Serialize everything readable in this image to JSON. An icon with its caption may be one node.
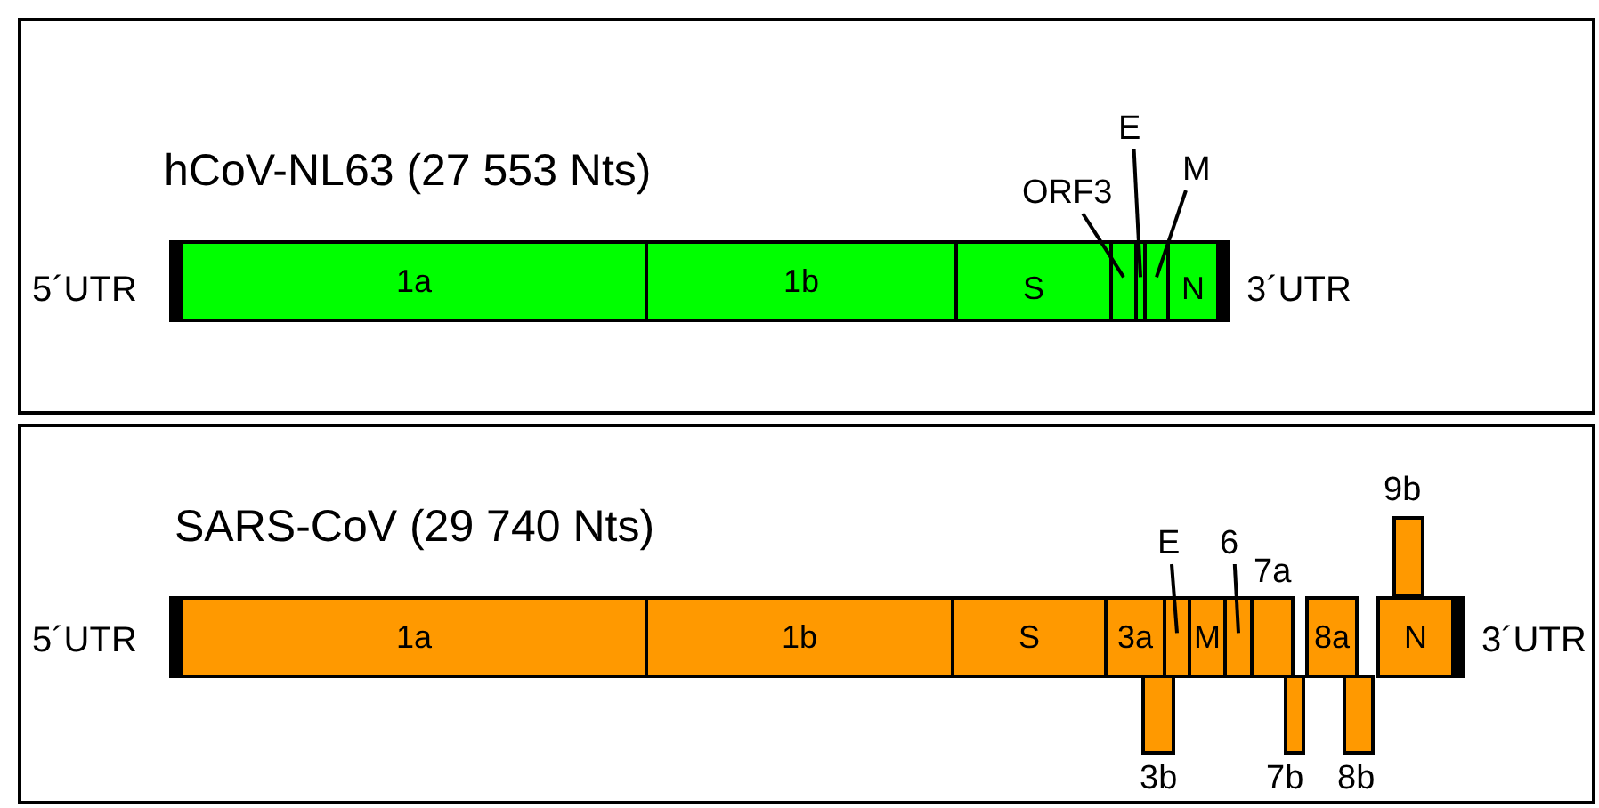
{
  "diagram": {
    "nodes": [
      {
        "text": [
          "hCoV-NL63 (27 553 Nts)"
        ]
      },
      {
        "text": [
          "1a"
        ],
        "in": 0
      },
      {
        "text": [
          "1b"
        ],
        "in": 0
      },
      {
        "text": [
          "S"
        ],
        "in": 0
      },
      {
        "text": [
          "ORF3"
        ],
        "in": 0
      },
      {
        "text": [],
        "shape": "box",
        "in": 0
      },
      {
        "text": [
          "E"
        ],
        "in": 0
      },
      {
        "text": [],
        "shape": "box",
        "in": 0
      },
      {
        "text": [
          "M"
        ],
        "in": 0
      },
      {
        "text": [],
        "shape": "box",
        "in": 0
      },
      {
        "text": [
          "N"
        ],
        "in": 0
      },
      {
        "text": [
          "SARS-CoV (29 740 Nts)"
        ]
      },
      {
        "text": [
          "1a"
        ],
        "in": 11
      },
      {
        "text": [
          "1b"
        ],
        "in": 11
      },
      {
        "text": [
          "S"
        ],
        "in": 11
      },
      {
        "text": [
          "3a"
        ],
        "in": 11
      },
      {
        "text": [
          "E"
        ],
        "in": 11
      },
      {
        "text": [],
        "shape": "box",
        "in": 11
      },
      {
        "text": [
          "M"
        ],
        "in": 11
      },
      {
        "text": [
          "6"
        ],
        "in": 11
      },
      {
        "text": [],
        "shape": "box",
        "in": 11
      },
      {
        "text": [],
        "shape": "box",
        "beside": [
          "7a"
        ],
        "in": 11
      },
      {
        "text": [
          "8a"
        ],
        "in": 11
      },
      {
        "text": [
          "N"
        ],
        "in": 11
      },
      {
        "text": [],
        "shape": "box",
        "beside": [
          "9b"
        ],
        "in": 11
      },
      {
        "text": [],
        "shape": "box",
        "beside": [
          "3b"
        ],
        "in": 11
      },
      {
        "text": [],
        "shape": "box",
        "beside": [
          "7b"
        ],
        "in": 11
      },
      {
        "text": [],
        "shape": "box",
        "beside": [
          "8b"
        ],
        "in": 11
      }
    ],
    "edges": [
      {
        "from": 4,
        "to": 5,
        "arrow": "none"
      },
      {
        "from": 6,
        "to": 7,
        "arrow": "none"
      },
      {
        "from": 8,
        "to": 9,
        "arrow": "none"
      },
      {
        "from": 16,
        "to": 17,
        "arrow": "none"
      },
      {
        "from": 19,
        "to": 20,
        "arrow": "none"
      }
    ],
    "labels": [
      "5´UTR",
      "3´UTR",
      "5´UTR",
      "3´UTR"
    ]
  }
}
